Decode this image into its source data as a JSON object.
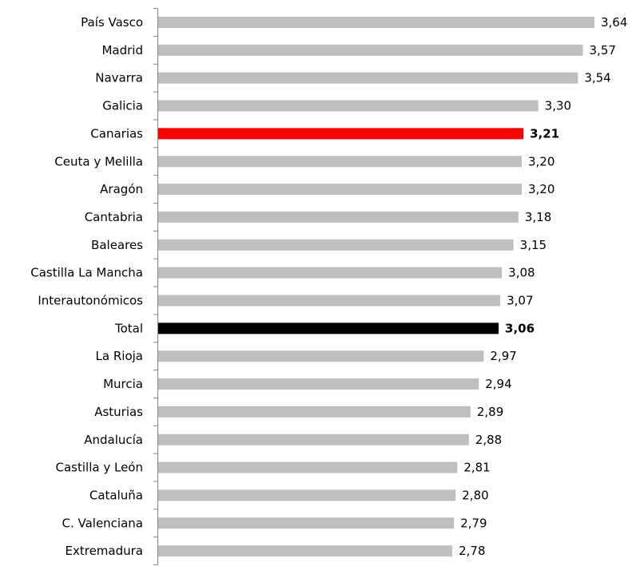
{
  "chart_data": {
    "type": "bar",
    "orientation": "horizontal",
    "categories": [
      "País Vasco",
      "Madrid",
      "Navarra",
      "Galicia",
      "Canarias",
      "Ceuta y Melilla",
      "Aragón",
      "Cantabria",
      "Baleares",
      "Castilla La Mancha",
      "Interautonómicos",
      "Total",
      "La Rioja",
      "Murcia",
      "Asturias",
      "Andalucía",
      "Castilla y León",
      "Cataluña",
      "C. Valenciana",
      "Extremadura"
    ],
    "values": [
      3.64,
      3.57,
      3.54,
      3.3,
      3.21,
      3.2,
      3.2,
      3.18,
      3.15,
      3.08,
      3.07,
      3.06,
      2.97,
      2.94,
      2.89,
      2.88,
      2.81,
      2.8,
      2.79,
      2.78
    ],
    "value_labels": [
      "3,64",
      "3,57",
      "3,54",
      "3,30",
      "3,21",
      "3,20",
      "3,20",
      "3,18",
      "3,15",
      "3,08",
      "3,07",
      "3,06",
      "2,97",
      "2,94",
      "2,89",
      "2,88",
      "2,81",
      "2,80",
      "2,79",
      "2,78"
    ],
    "bar_colors": [
      "#bfbfbf",
      "#bfbfbf",
      "#bfbfbf",
      "#bfbfbf",
      "#ff0000",
      "#bfbfbf",
      "#bfbfbf",
      "#bfbfbf",
      "#bfbfbf",
      "#bfbfbf",
      "#bfbfbf",
      "#000000",
      "#bfbfbf",
      "#bfbfbf",
      "#bfbfbf",
      "#bfbfbf",
      "#bfbfbf",
      "#bfbfbf",
      "#bfbfbf",
      "#bfbfbf"
    ],
    "label_colors": [
      "#000000",
      "#000000",
      "#000000",
      "#000000",
      "#ff0000",
      "#000000",
      "#000000",
      "#000000",
      "#000000",
      "#000000",
      "#000000",
      "#000000",
      "#000000",
      "#000000",
      "#000000",
      "#000000",
      "#000000",
      "#000000",
      "#000000",
      "#000000"
    ],
    "bold_labels": [
      "Canarias",
      "Total"
    ],
    "xlim": [
      1.0,
      3.7
    ],
    "axis_color": "#808080",
    "grid": false,
    "legend": "none"
  }
}
